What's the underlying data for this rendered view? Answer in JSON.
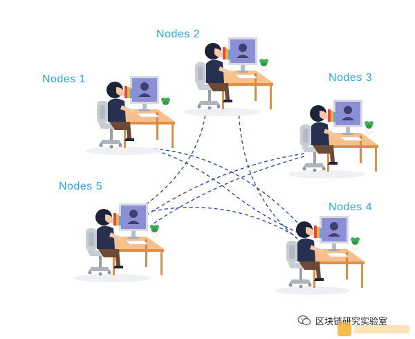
{
  "nodes": [
    {
      "label": "Nodes 1"
    },
    {
      "label": "Nodes 2"
    },
    {
      "label": "Nodes 3"
    },
    {
      "label": "Nodes 4"
    },
    {
      "label": "Nodes 5"
    }
  ],
  "colors": {
    "label": "#2aa5d8",
    "link": "#2e4aa3",
    "monitor": "#8d8fd6",
    "desk": "#f0a75d",
    "chair": "#bfc5cc"
  },
  "icons": [
    "workstation-icon",
    "wechat-icon",
    "coin-logo-icon"
  ],
  "watermark": {
    "text": "区块链研究实验室"
  }
}
